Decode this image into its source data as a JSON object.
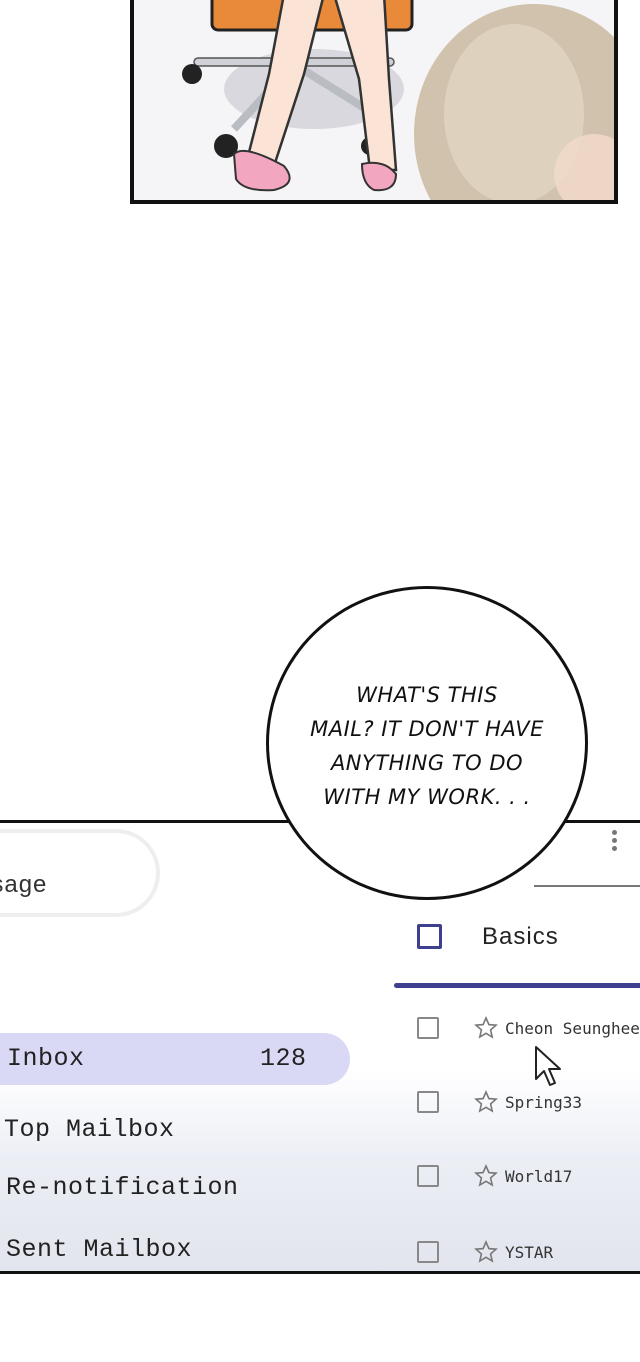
{
  "bubble": {
    "line1": "What's this",
    "line2": "mail? It don't have",
    "line3": "anything to do",
    "line4": "with my work. . ."
  },
  "mail": {
    "compose_label": "essage",
    "tab_label": "Basics",
    "nav": [
      {
        "label": "Inbox",
        "count": "128",
        "selected": true
      },
      {
        "label": "Top Mailbox"
      },
      {
        "label": "Re-notification"
      },
      {
        "label": "Sent Mailbox"
      }
    ],
    "messages": [
      {
        "sender": "Cheon Seunghee",
        "icon": "star-outline-icon"
      },
      {
        "sender": "Spring33",
        "icon": "star-outline-icon"
      },
      {
        "sender": "World17",
        "icon": "star-outline-icon"
      },
      {
        "sender": "YSTAR",
        "icon": "star-outline-icon"
      }
    ],
    "colors": {
      "selected_nav": "#dad9f5",
      "accent": "#3e3f8f"
    }
  }
}
